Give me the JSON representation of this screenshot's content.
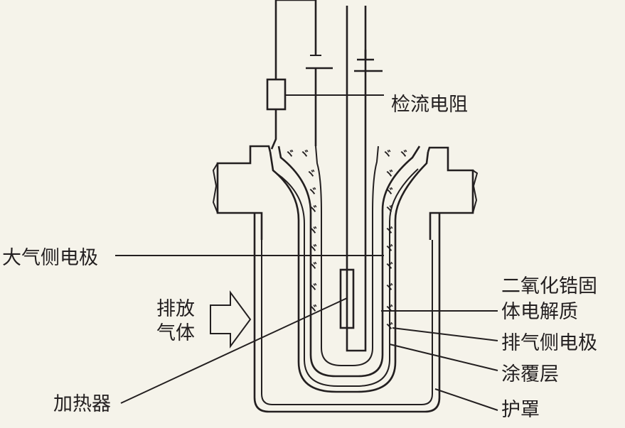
{
  "labels": {
    "resistor": "检流电阻",
    "atmosphere_electrode": "大气侧电极",
    "exhaust_gas_line1": "排放",
    "exhaust_gas_line2": "气体",
    "zirconia_line1": "二氧化锆固",
    "zirconia_line2": "体电解质",
    "exhaust_electrode": "排气侧电极",
    "coating": "涂覆层",
    "heater": "加热器",
    "shield": "护罩"
  },
  "colors": {
    "background": "#f5f3ea",
    "line": "#231f20"
  }
}
